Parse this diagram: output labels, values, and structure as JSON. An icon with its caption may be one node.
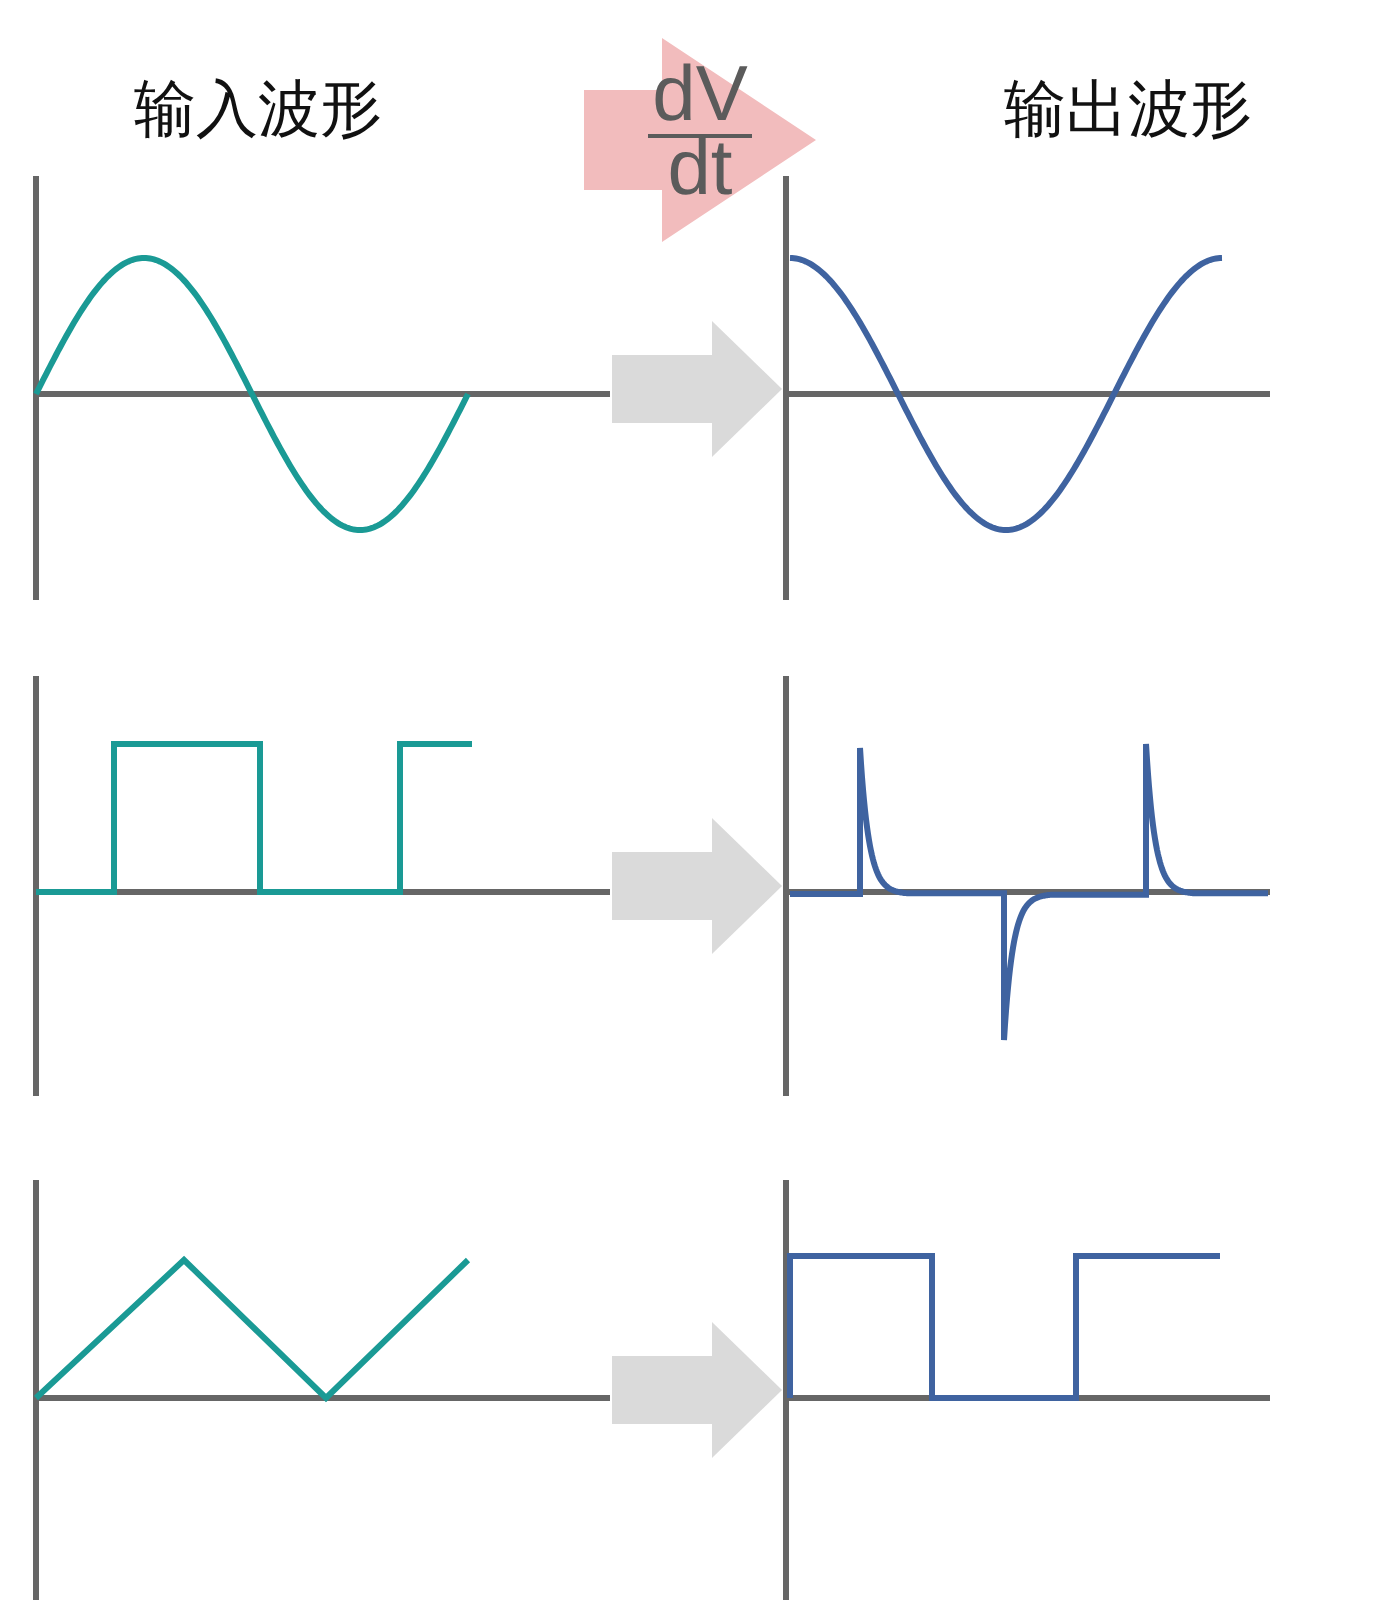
{
  "diagram": {
    "nodes": [
      {
        "text": [
          "dV dt"
        ]
      },
      {
        "text": [],
        "shape": "picture"
      },
      {
        "text": [],
        "shape": "picture"
      },
      {
        "text": [],
        "shape": "picture"
      },
      {
        "text": [],
        "shape": "picture"
      },
      {
        "text": [],
        "shape": "picture"
      },
      {
        "text": [],
        "shape": "picture"
      }
    ],
    "edges": [
      {
        "from": 1,
        "to": 2,
        "arrow": "to"
      },
      {
        "from": 3,
        "to": 4,
        "arrow": "to"
      },
      {
        "from": 5,
        "to": 6,
        "arrow": "to"
      }
    ],
    "labels": [
      "输入波形",
      "输出波形"
    ]
  }
}
